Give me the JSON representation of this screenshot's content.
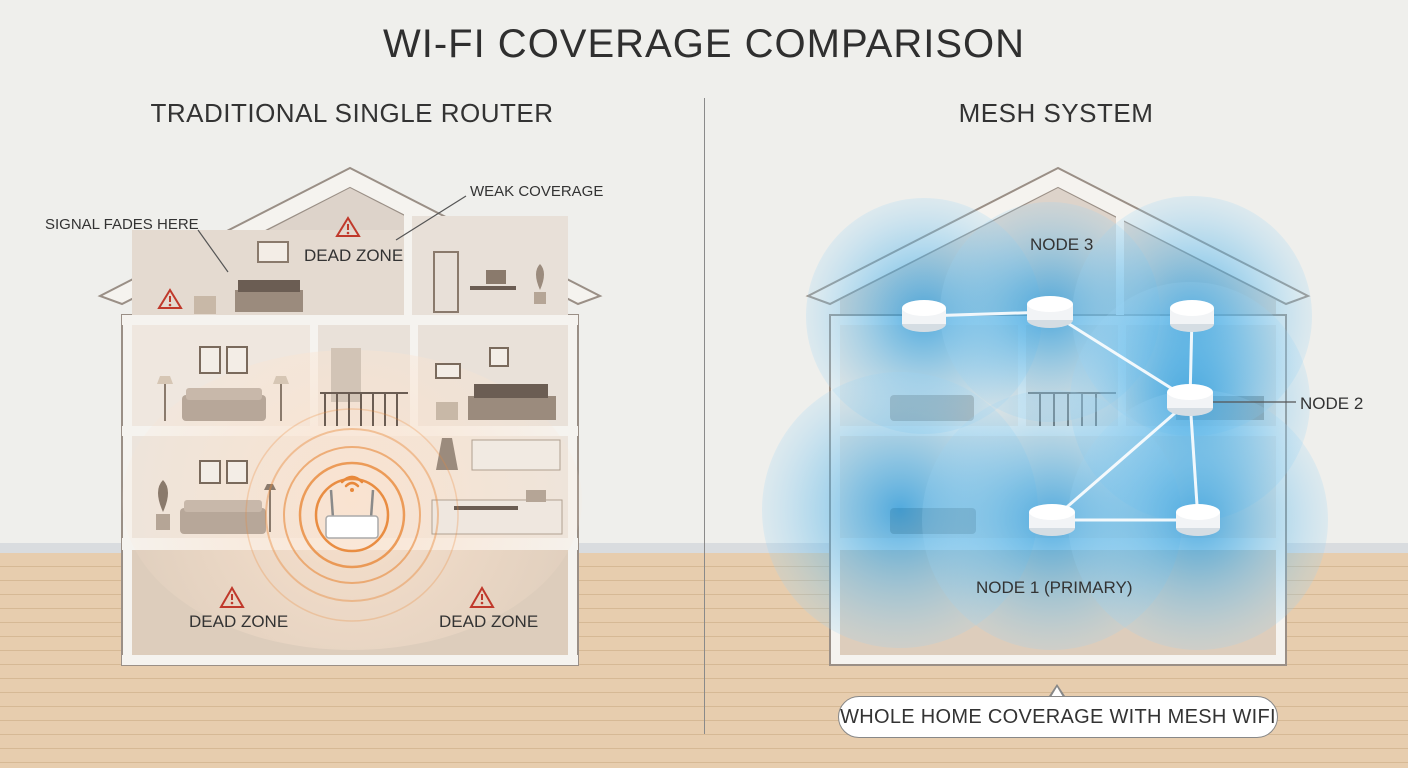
{
  "title": "WI-FI COVERAGE COMPARISON",
  "left_panel": {
    "heading": "TRADITIONAL SINGLE ROUTER",
    "labels": {
      "signal_fades": "SIGNAL FADES HERE",
      "weak_coverage": "WEAK COVERAGE",
      "dead_zone_attic": "DEAD ZONE",
      "dead_zone_basement_left": "DEAD ZONE",
      "dead_zone_basement_right": "DEAD ZONE"
    }
  },
  "right_panel": {
    "heading": "MESH SYSTEM",
    "labels": {
      "node_3": "NODE 3",
      "node_2": "NODE 2",
      "node_1": "NODE 1 (PRIMARY)"
    },
    "callout": "WHOLE HOME COVERAGE WITH MESH WIFI"
  },
  "colors": {
    "signal_orange": "#e8883a",
    "coverage_blue": "#3aa8e6",
    "warning_red": "#c0392b",
    "wall": "#efefec"
  }
}
